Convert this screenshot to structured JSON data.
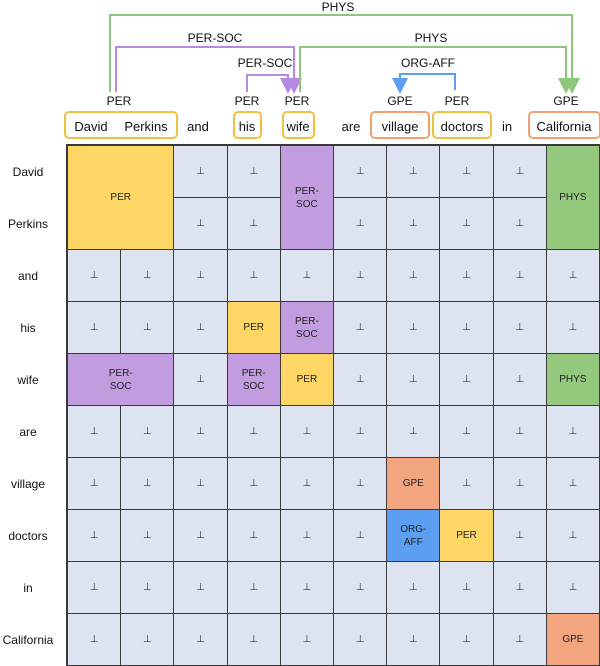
{
  "colors": {
    "per": "#fdd666",
    "per_border": "#f0c040",
    "persoc": "#c19de0",
    "persoc_arc": "#b58ae0",
    "phys": "#94c97d",
    "phys_arc": "#8dc77b",
    "gpe": "#f2a57f",
    "gpe_border": "#f0a070",
    "orgaff": "#5b9ef2",
    "empty": "#dde3f0",
    "grid_line": "#ffffff"
  },
  "words": [
    "David",
    "Perkins",
    "and",
    "his",
    "wife",
    "are",
    "village",
    "doctors",
    "in",
    "California"
  ],
  "entity_types": [
    {
      "label": "PER",
      "word_span": [
        0,
        1
      ]
    },
    {
      "label": "PER",
      "word_span": [
        3,
        3
      ]
    },
    {
      "label": "PER",
      "word_span": [
        4,
        4
      ]
    },
    {
      "label": "GPE",
      "word_span": [
        6,
        6
      ]
    },
    {
      "label": "PER",
      "word_span": [
        7,
        7
      ]
    },
    {
      "label": "GPE",
      "word_span": [
        9,
        9
      ]
    }
  ],
  "relations": [
    {
      "label": "PHYS",
      "color": "phys"
    },
    {
      "label": "PER-SOC",
      "color": "persoc"
    },
    {
      "label": "PHYS",
      "color": "phys"
    },
    {
      "label": "PER-SOC",
      "color": "persoc"
    },
    {
      "label": "ORG-AFF",
      "color": "orgaff"
    }
  ],
  "empty_symbol": "⊥",
  "tags": [
    {
      "r": [
        0,
        1
      ],
      "c": [
        0,
        1
      ],
      "label": "PER",
      "color": "per"
    },
    {
      "r": [
        0,
        1
      ],
      "c": [
        4,
        4
      ],
      "label": "PER-SOC",
      "color": "persoc"
    },
    {
      "r": [
        0,
        1
      ],
      "c": [
        9,
        9
      ],
      "label": "PHYS",
      "color": "phys"
    },
    {
      "r": [
        3,
        3
      ],
      "c": [
        3,
        3
      ],
      "label": "PER",
      "color": "per"
    },
    {
      "r": [
        3,
        3
      ],
      "c": [
        4,
        4
      ],
      "label": "PER-SOC",
      "color": "persoc"
    },
    {
      "r": [
        4,
        4
      ],
      "c": [
        0,
        1
      ],
      "label": "PER-SOC",
      "color": "persoc"
    },
    {
      "r": [
        4,
        4
      ],
      "c": [
        3,
        3
      ],
      "label": "PER-SOC",
      "color": "persoc"
    },
    {
      "r": [
        4,
        4
      ],
      "c": [
        4,
        4
      ],
      "label": "PER",
      "color": "per"
    },
    {
      "r": [
        4,
        4
      ],
      "c": [
        9,
        9
      ],
      "label": "PHYS",
      "color": "phys"
    },
    {
      "r": [
        6,
        6
      ],
      "c": [
        6,
        6
      ],
      "label": "GPE",
      "color": "gpe"
    },
    {
      "r": [
        7,
        7
      ],
      "c": [
        6,
        6
      ],
      "label": "ORG-AFF",
      "color": "orgaff"
    },
    {
      "r": [
        7,
        7
      ],
      "c": [
        7,
        7
      ],
      "label": "PER",
      "color": "per"
    },
    {
      "r": [
        9,
        9
      ],
      "c": [
        9,
        9
      ],
      "label": "GPE",
      "color": "gpe"
    }
  ]
}
